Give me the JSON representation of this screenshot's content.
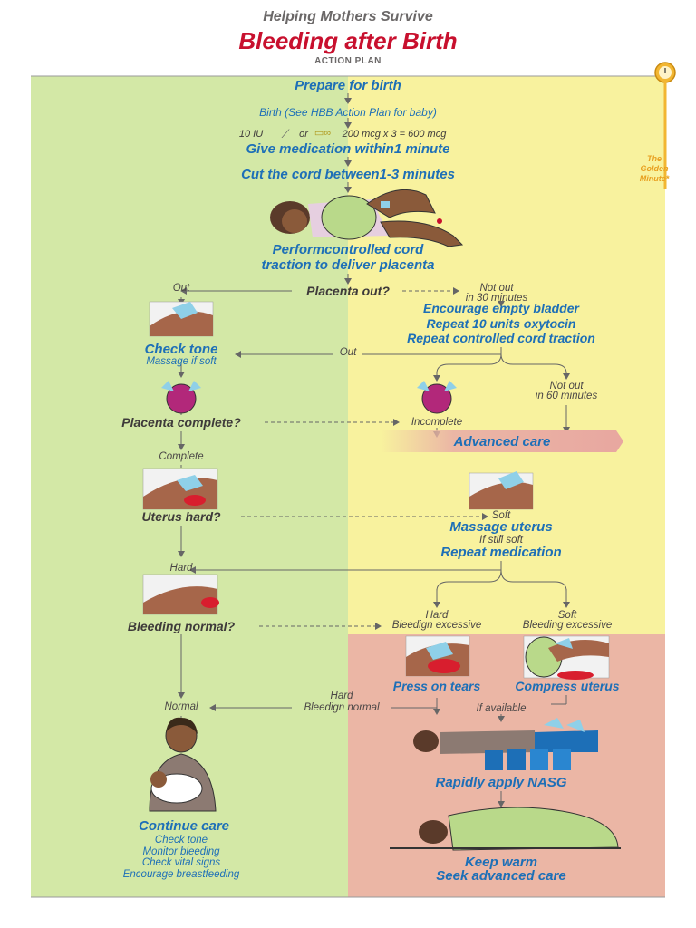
{
  "header": {
    "supertitle": "Helping Mothers Survive",
    "title": "Bleeding after Birth",
    "subtitle": "ACTION PLAN"
  },
  "golden_minute": [
    "The",
    "Golden",
    "Minute*"
  ],
  "steps": {
    "prepare": "Prepare for birth",
    "birth_note": "Birth (See HBB Action Plan for baby)",
    "dose_a": "10 IU",
    "dose_b": "or",
    "dose_c": "200 mcg x 3 = 600 mcg",
    "give_medication": "Give medication within1 minute",
    "cut_cord": "Cut the cord between1-3 minutes",
    "cct_1": "Performcontrolled cord",
    "cct_2": "traction to deliver placenta",
    "placenta_out_q": "Placenta out?",
    "out_left": "Out",
    "not_out_1": "Not out",
    "not_out_2": "in 30 minutes",
    "encourage_bladder": "Encourage empty bladder",
    "repeat_oxytocin": "Repeat 10 units oxytocin",
    "repeat_cct": "Repeat controlled cord traction",
    "out_mid": "Out",
    "check_tone": "Check tone",
    "massage_if_soft": "Massage if soft",
    "not_out_60_1": "Not out",
    "not_out_60_2": "in 60 minutes",
    "placenta_complete_q": "Placenta complete?",
    "incomplete": "Incomplete",
    "advanced_care": "Advanced care",
    "complete": "Complete",
    "uterus_hard_q": "Uterus hard?",
    "soft": "Soft",
    "massage_uterus": "Massage uterus",
    "if_still_soft": "If still soft",
    "repeat_medication": "Repeat medication",
    "hard_left": "Hard",
    "bleeding_normal_q": "Bleeding normal?",
    "hard_r1": "Hard",
    "hard_r2": "Bleedign excessive",
    "soft_r1": "Soft",
    "soft_r2": "Bleeding excessive",
    "press_on_tears": "Press on tears",
    "compress_uterus": "Compress uterus",
    "normal": "Normal",
    "hard_normal_1": "Hard",
    "hard_normal_2": "Bleedign normal",
    "if_available": "If available",
    "rapidly_apply_nasg": "Rapidly apply NASG",
    "continue_care": "Continue care",
    "keep_warm": "Keep warm",
    "seek_advanced_care": "Seek advanced care"
  },
  "continue_care_items": [
    "Check tone",
    "Monitor bleeding",
    "Check vital signs",
    "Encourage breastfeeding"
  ],
  "colors": {
    "green_zone": "#d3e8a6",
    "yellow_zone": "#f8f29e",
    "pink_zone": "#ebb6a5",
    "title_red": "#c8102e",
    "action_blue": "#1d6fb7",
    "golden_orange": "#e8a020"
  }
}
